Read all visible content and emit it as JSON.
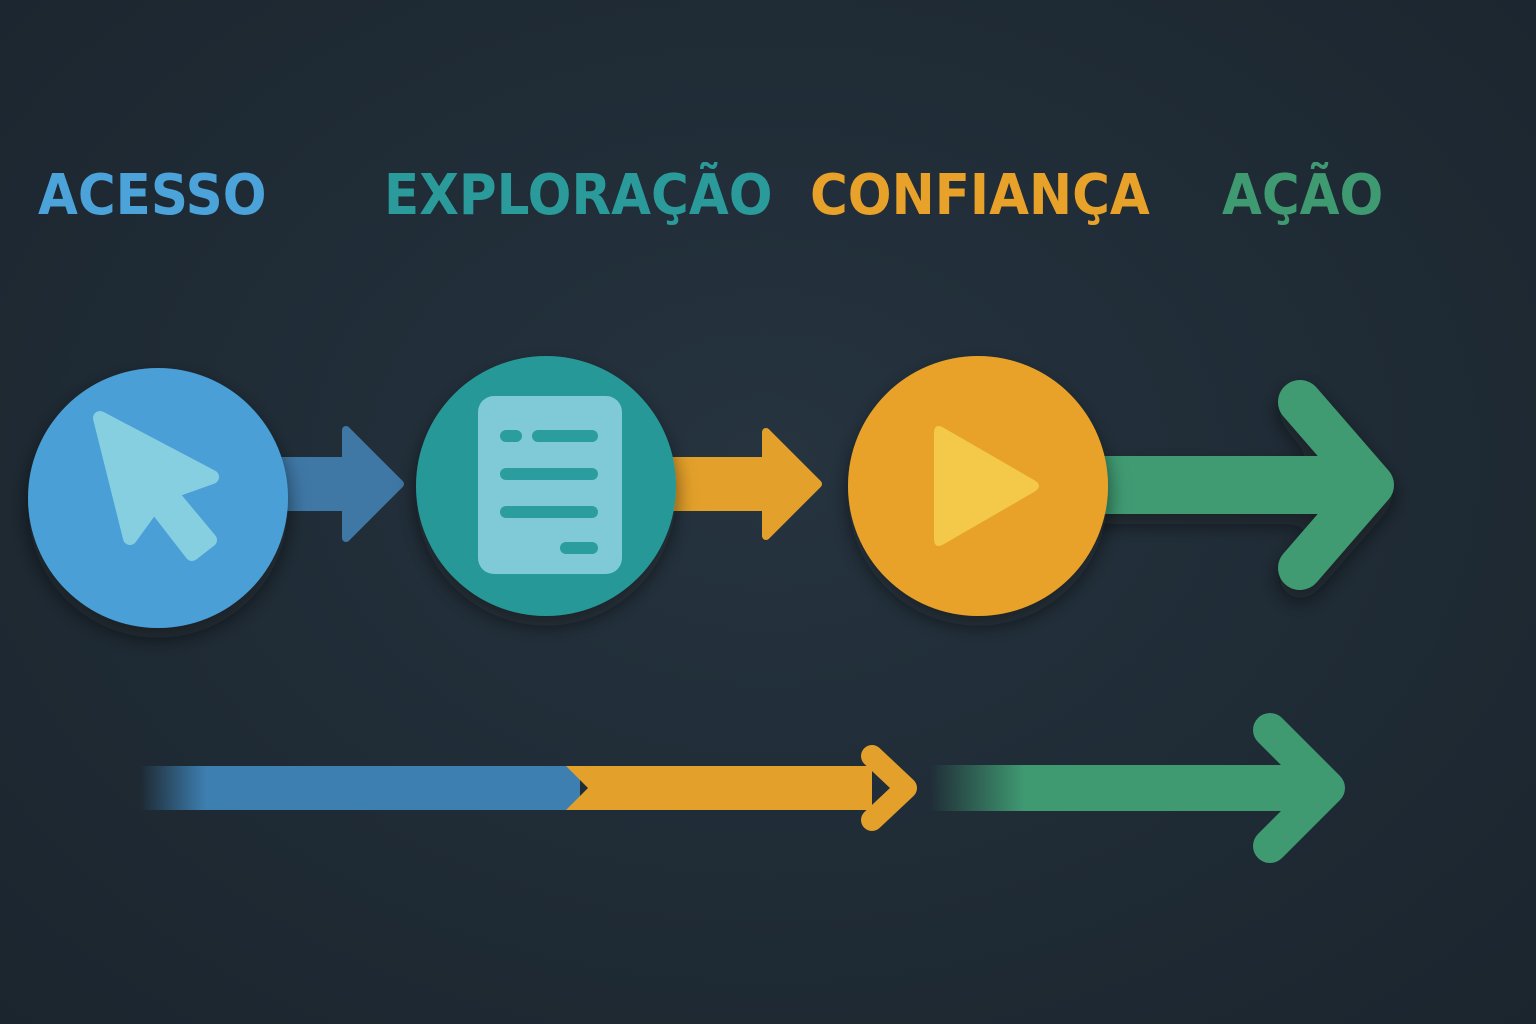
{
  "colors": {
    "background": "#1f2b35",
    "acesso": "#4ba3d9",
    "exploracao": "#2a9a9a",
    "confianca": "#e8a22a",
    "acao": "#3f9a72"
  },
  "stages": [
    {
      "label": "ACESSO",
      "icon": "cursor-icon",
      "color": "#4ba3d9"
    },
    {
      "label": "EXPLORAÇÃO",
      "icon": "document-icon",
      "color": "#2a9a9a"
    },
    {
      "label": "CONFIANÇA",
      "icon": "play-icon",
      "color": "#e8a22a"
    },
    {
      "label": "AÇÃO",
      "icon": "arrow-right-icon",
      "color": "#3f9a72"
    }
  ]
}
